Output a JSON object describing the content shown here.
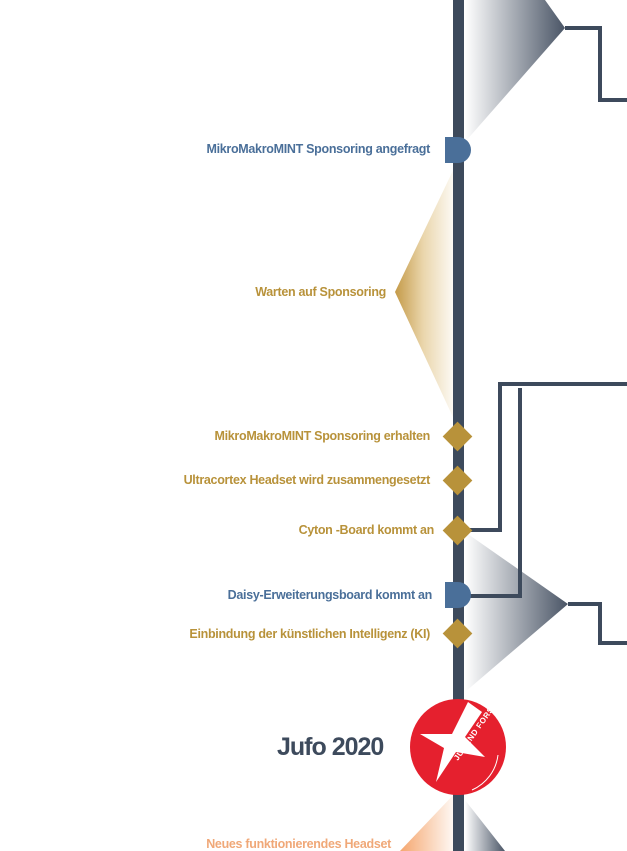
{
  "colors": {
    "axis": "#3d4a5c",
    "blue": "#4a6f99",
    "gold": "#b8923a",
    "peach": "#f0a878",
    "logo_red": "#e5202e"
  },
  "milestones": [
    {
      "label": "MikroMakroMINT Sponsoring  angefragt",
      "marker": "half-circle",
      "color": "blue"
    },
    {
      "label": "Warten auf Sponsoring",
      "marker": "triangle-span",
      "color": "gold"
    },
    {
      "label": "MikroMakroMINT Sponsoring erhalten",
      "marker": "diamond",
      "color": "gold"
    },
    {
      "label": "Ultracortex Headset wird zusammengesetzt",
      "marker": "diamond",
      "color": "gold"
    },
    {
      "label": "Cyton -Board kommt an",
      "marker": "diamond",
      "color": "gold"
    },
    {
      "label": "Daisy-Erweiterungsboard kommt an",
      "marker": "half-circle",
      "color": "blue"
    },
    {
      "label": "Einbindung der künstlichen Intelligenz (KI)",
      "marker": "diamond",
      "color": "gold"
    },
    {
      "label": "Neues funktionierendes Headset",
      "marker": "triangle-span",
      "color": "peach"
    }
  ],
  "event": {
    "title": "Jufo 2020",
    "logo_icon": "jugend-forscht-star-logo",
    "logo_text": "JUGEND FORSCHT"
  }
}
